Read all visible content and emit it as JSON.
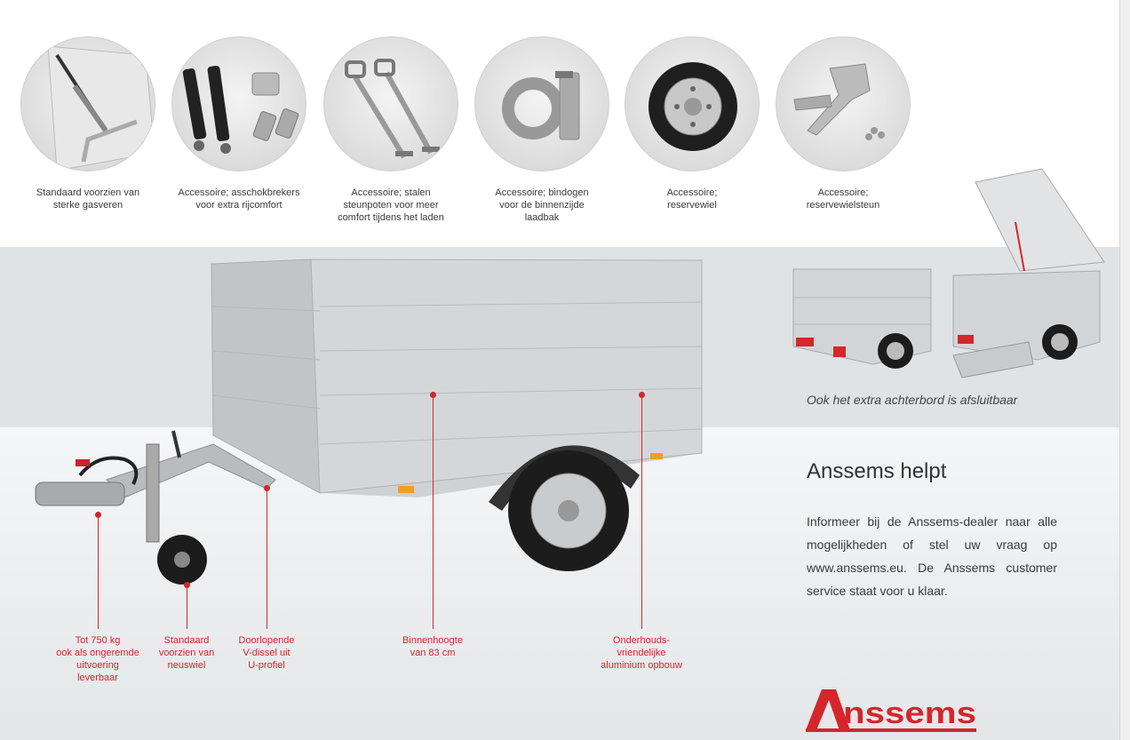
{
  "accessories": [
    {
      "caption": "Standaard voorzien van\nsterke gasveren",
      "icon": "gas-spring-icon"
    },
    {
      "caption": "Accessoire; asschokbrekers\nvoor extra rijcomfort",
      "icon": "shock-absorber-icon"
    },
    {
      "caption": "Accessoire; stalen\nsteunpoten voor meer\ncomfort tijdens het laden",
      "icon": "support-leg-icon"
    },
    {
      "caption": "Accessoire; bindogen\nvoor de binnenzijde\nlaadbak",
      "icon": "lashing-eye-icon"
    },
    {
      "caption": "Accessoire;\nreservewiel",
      "icon": "spare-wheel-icon"
    },
    {
      "caption": "Accessoire;\nreservewielsteun",
      "icon": "spare-wheel-bracket-icon"
    }
  ],
  "side_image_caption": "Ook het extra achterbord is afsluitbaar",
  "help": {
    "title": "Anssems helpt",
    "text": "Informeer bij de Anssems-dealer naar alle mogelijkheden of stel uw vraag op www.anssems.eu. De Anssems customer service staat voor u klaar."
  },
  "callouts": [
    {
      "label": "Tot 750 kg\nook als ongeremde\nuitvoering\nleverbaar"
    },
    {
      "label": "Standaard\nvoorzien van\nneuswiel"
    },
    {
      "label": "Doorlopende\nV-dissel uit\nU-profiel"
    },
    {
      "label": "Binnenhoogte\nvan 83 cm"
    },
    {
      "label": "Onderhouds-\nvriendelijke\naluminium opbouw"
    }
  ],
  "logo": {
    "text": "Anssems"
  },
  "colors": {
    "accent": "#d4262b",
    "grey_band": "#dfe3e6"
  }
}
